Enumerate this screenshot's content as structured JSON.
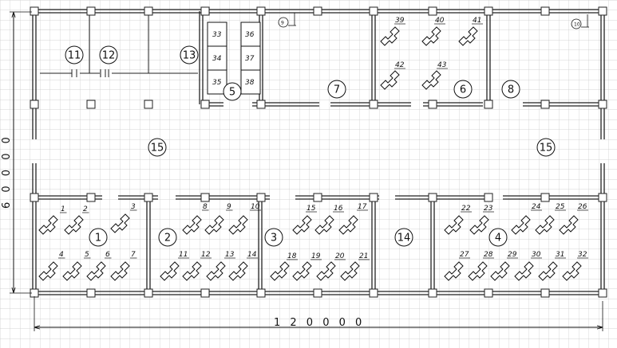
{
  "drawing": {
    "dimensions": {
      "horizontal": "1 2 0 0 0 0",
      "vertical": "6 0 0 0 0"
    },
    "rooms": [
      "1",
      "2",
      "3",
      "4",
      "5",
      "6",
      "7",
      "8",
      "11",
      "12",
      "13",
      "14",
      "15",
      "15"
    ],
    "equipment": [
      "1",
      "2",
      "3",
      "4",
      "5",
      "6",
      "7",
      "8",
      "9",
      "10",
      "11",
      "12",
      "13",
      "14",
      "15",
      "16",
      "17",
      "18",
      "19",
      "20",
      "21",
      "22",
      "23",
      "24",
      "25",
      "26",
      "27",
      "28",
      "29",
      "30",
      "31",
      "32",
      "33",
      "34",
      "35",
      "36",
      "37",
      "38",
      "39",
      "40",
      "41",
      "42",
      "43"
    ],
    "small_markers": [
      "9",
      "10"
    ]
  }
}
